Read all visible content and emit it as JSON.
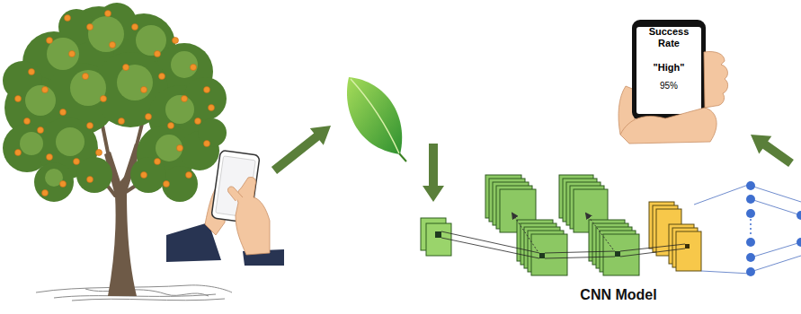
{
  "diagram": {
    "nodes": [
      {
        "text": [
          "CNN Model"
        ]
      },
      {
        "text": [
          "Success Rate",
          "\"High\"",
          "95%"
        ]
      }
    ],
    "edges": [
      {
        "from": 0,
        "to": 1,
        "arrow": "to"
      }
    ]
  }
}
